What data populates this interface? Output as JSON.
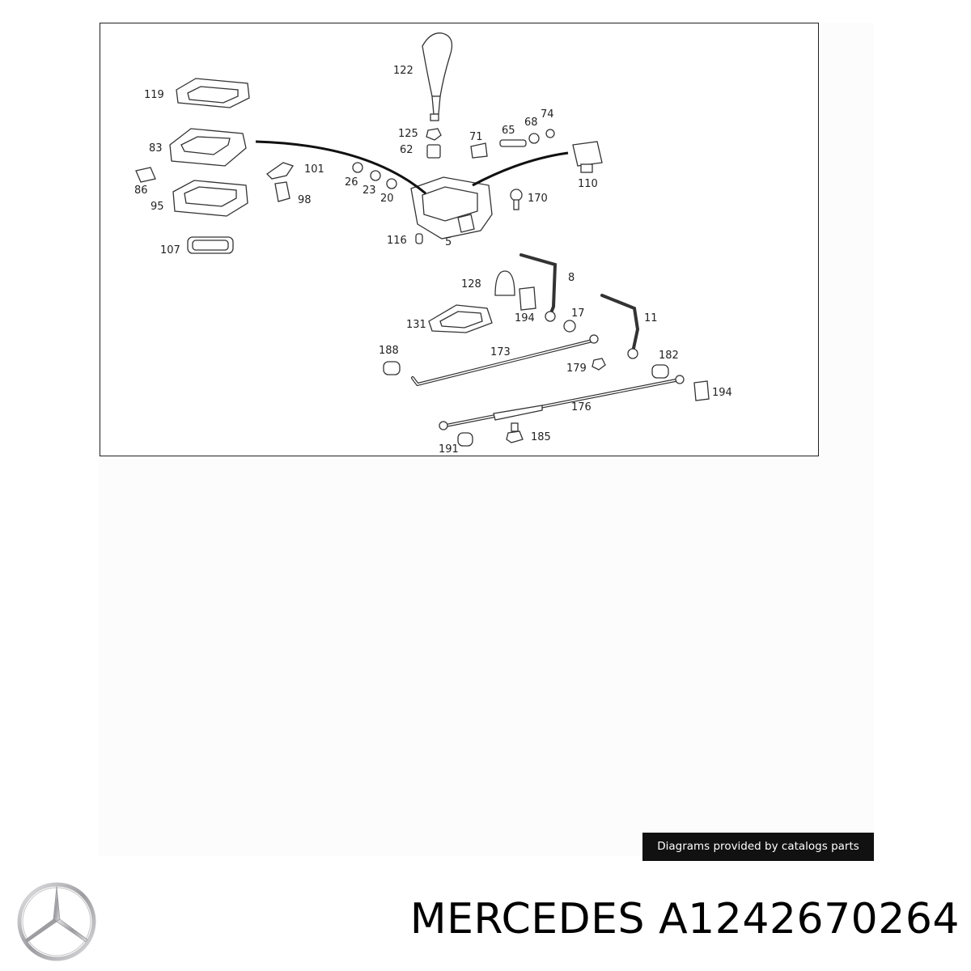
{
  "diagram": {
    "callouts": [
      "122",
      "119",
      "125",
      "71",
      "65",
      "68",
      "74",
      "83",
      "62",
      "101",
      "26",
      "23",
      "20",
      "110",
      "86",
      "95",
      "98",
      "170",
      "116",
      "5",
      "107",
      "8",
      "128",
      "194",
      "17",
      "11",
      "131",
      "188",
      "173",
      "182",
      "179",
      "194",
      "176",
      "191",
      "185"
    ]
  },
  "credit": "Diagrams provided by catalogs parts",
  "product": {
    "brand": "MERCEDES",
    "part_number": "A1242670264"
  },
  "logo": {
    "icon": "mercedes-star-icon"
  }
}
